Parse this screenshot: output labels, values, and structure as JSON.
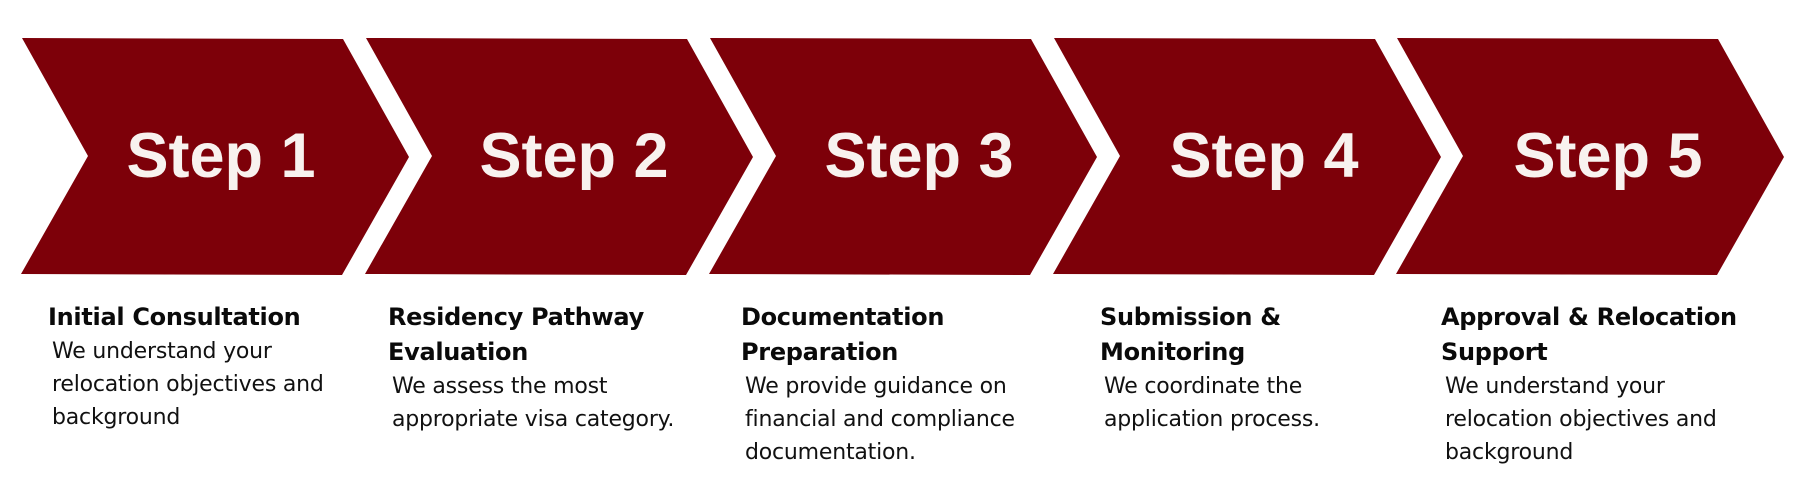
{
  "theme": {
    "chevron_color": "#7d0009",
    "chevron_text_color": "#f8f2ef",
    "text_color": "#0a0a0a"
  },
  "steps": [
    {
      "label": "Step 1",
      "title": "Initial Consultation",
      "body": "We understand your relocation objectives and background"
    },
    {
      "label": "Step 2",
      "title": "Residency Pathway Evaluation",
      "body": "We assess the most appropriate visa category."
    },
    {
      "label": "Step 3",
      "title": "Documentation Preparation",
      "body": "We provide guidance on financial and compliance documentation."
    },
    {
      "label": "Step 4",
      "title": "Submission & Monitoring",
      "body": "We coordinate the application process."
    },
    {
      "label": "Step 5",
      "title": "Approval & Relocation Support",
      "body": "We understand your relocation objectives and background"
    }
  ]
}
